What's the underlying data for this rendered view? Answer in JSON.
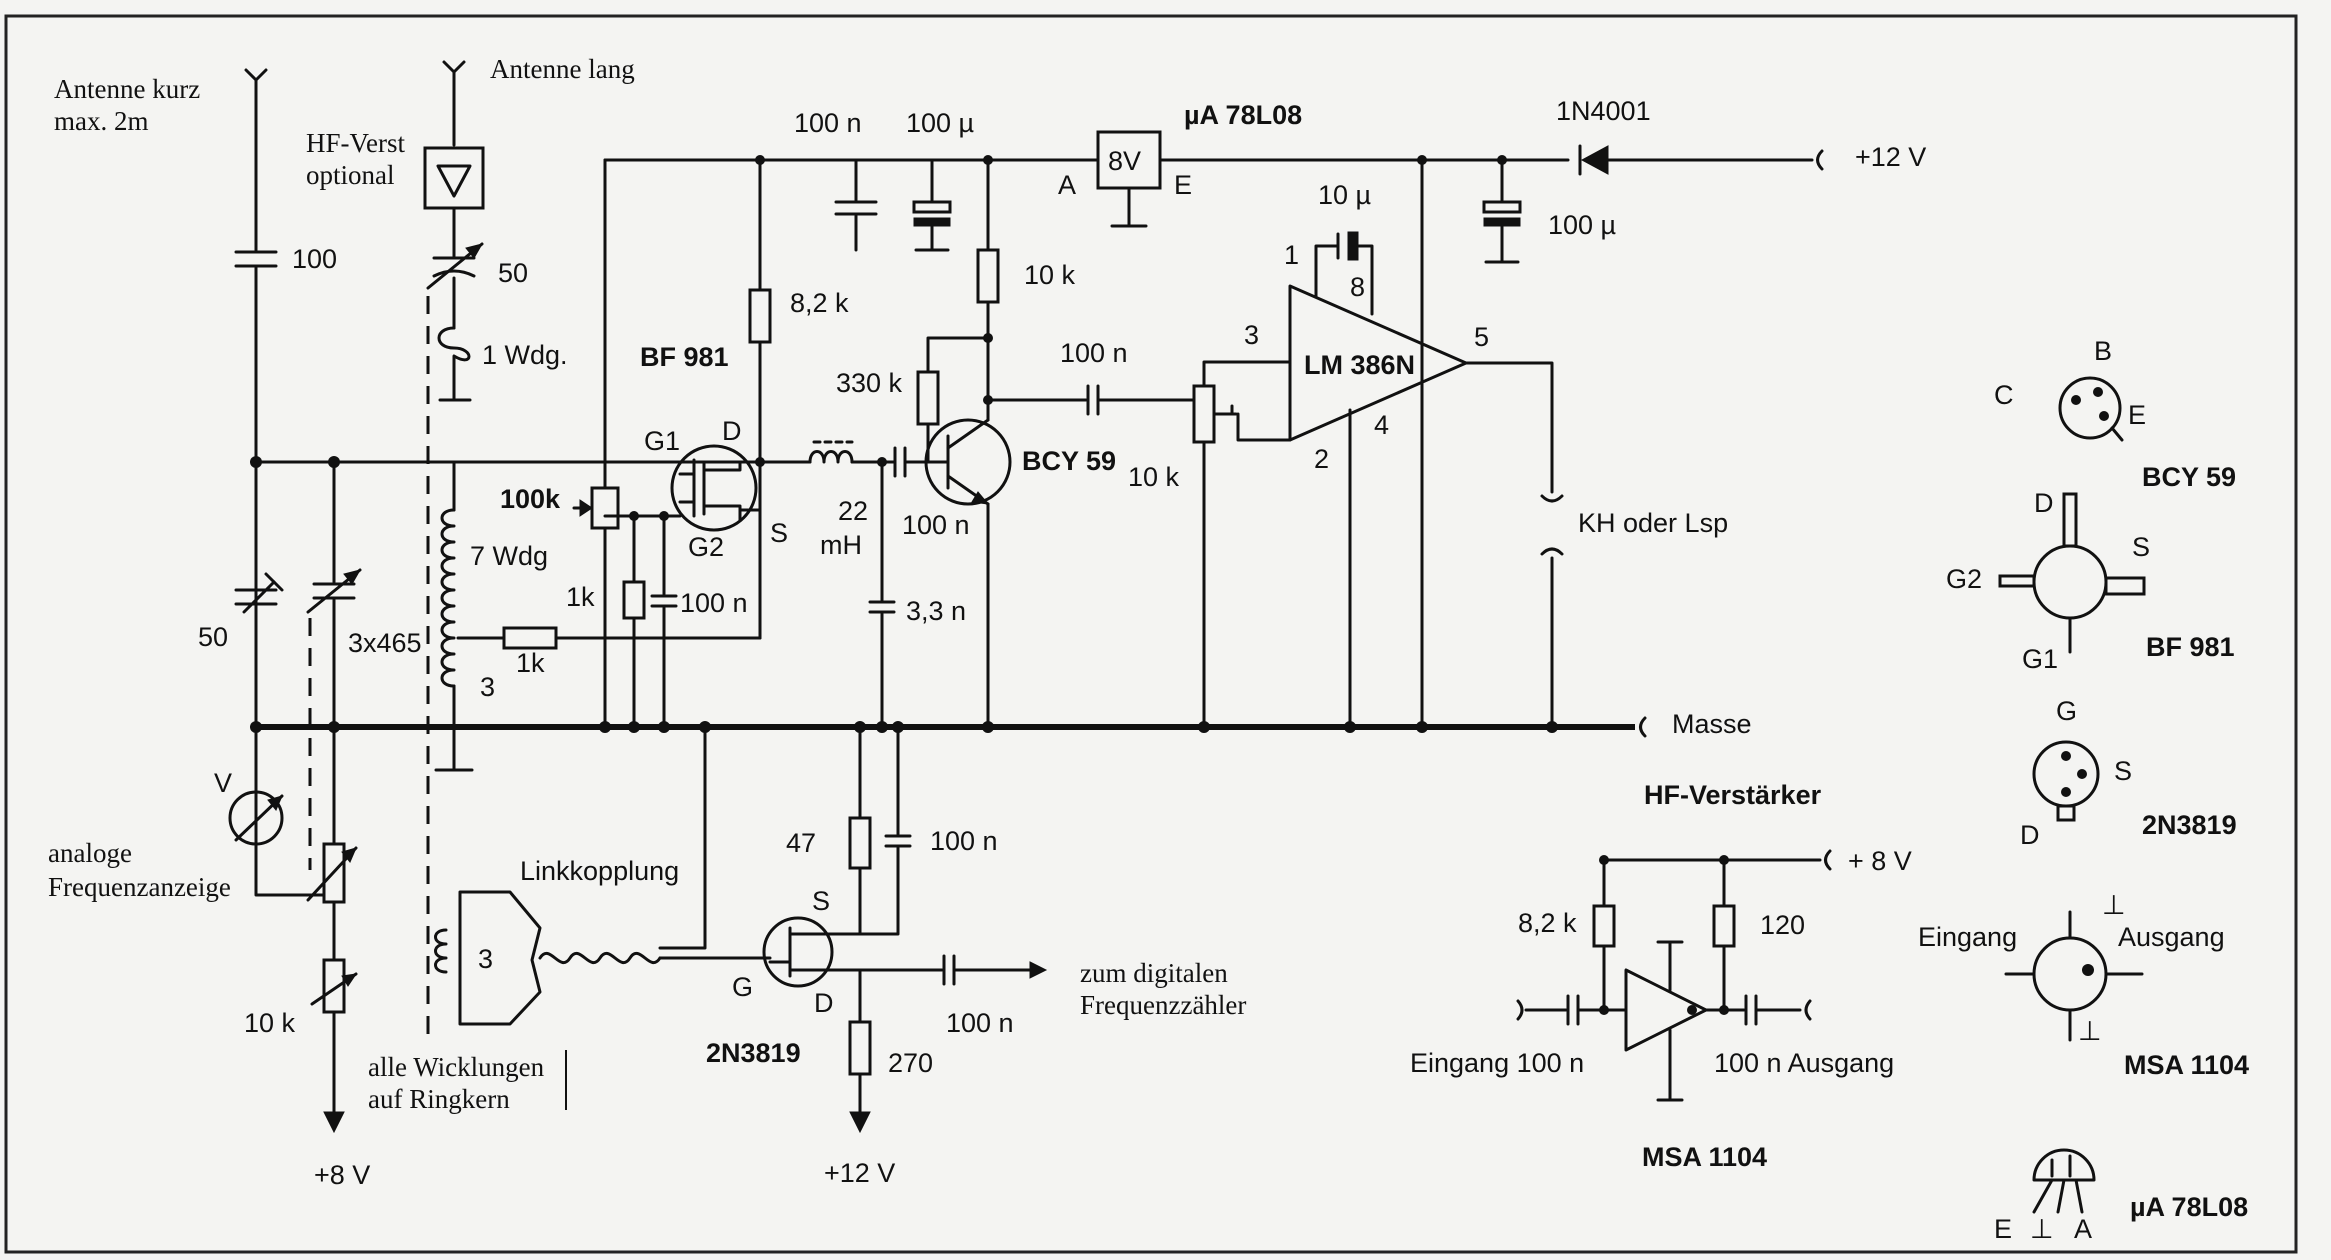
{
  "antennas": {
    "short": "Antenne kurz",
    "short_max": "max. 2m",
    "long": "Antenne lang"
  },
  "hf_optional": {
    "line1": "HF-Verst",
    "line2": "optional"
  },
  "regulator": {
    "name": "µA 78L08",
    "voltage": "8V",
    "pin_in": "A",
    "pin_out": "E"
  },
  "diode": {
    "name": "1N4001"
  },
  "supply": {
    "plus12_top": "+12 V",
    "plus8_bottom": "+8 V",
    "plus12_bottom": "+12 V",
    "plus8_amp": "+ 8 V"
  },
  "ground": {
    "label": "Masse"
  },
  "caps": {
    "c_ant": "100",
    "c_trim_ant": "50",
    "c_top1": "100 n",
    "c_top2": "100 µ",
    "c_right": "100 µ",
    "c_lm_fb": "10 µ",
    "c_out": "100 n",
    "c_gate": "100 n",
    "c_33": "3,3 n",
    "c_tune": "50",
    "c_src": "100 n",
    "c_digital": "100 n"
  },
  "resistors": {
    "r_82": "8,2 k",
    "r_10k_top": "10 k",
    "r_330k": "330 k",
    "r_pot_vol": "10 k",
    "r_100k": "100k",
    "r_1k_a": "1k",
    "r_1k_b": "1k",
    "r_47": "47",
    "r_270": "270",
    "r_10k_left": "10 k"
  },
  "inductors": {
    "l_1wdg": "1 Wdg.",
    "l_7wdg": "7 Wdg",
    "l_core": "3x465",
    "l_tap": "3",
    "choke_value": "22",
    "choke_unit": "mH",
    "link_turns": "3"
  },
  "transistors": {
    "bf981": "BF 981",
    "bcy59": "BCY 59",
    "n2n3819": "2N3819",
    "g1": "G1",
    "g2": "G2",
    "d": "D",
    "s": "S",
    "g": "G",
    "s2": "S",
    "d2": "D"
  },
  "opamp": {
    "name": "LM 386N",
    "pin1": "1",
    "pin2": "2",
    "pin3": "3",
    "pin4": "4",
    "pin5": "5",
    "pin8": "8"
  },
  "labels": {
    "speaker": "KH oder Lsp",
    "link": "Linkkopplung",
    "analog1": "analoge",
    "analog2": "Frequenzanzeige",
    "meter": "V",
    "windings1": "alle Wicklungen",
    "windings2": "auf Ringkern",
    "digital1": "zum digitalen",
    "digital2": "Frequenzzähler"
  },
  "amplifier": {
    "title": "HF-Verstärker",
    "r1": "8,2 k",
    "r2": "120",
    "in_label": "Eingang 100 n",
    "out_label": "100 n  Ausgang",
    "name": "MSA 1104"
  },
  "pinouts": {
    "bcy59": {
      "c": "C",
      "b": "B",
      "e": "E",
      "name": "BCY 59"
    },
    "bf981": {
      "d": "D",
      "s": "S",
      "g2": "G2",
      "g1": "G1",
      "name": "BF 981"
    },
    "n2n3819": {
      "g": "G",
      "s": "S",
      "d": "D",
      "name": "2N3819"
    },
    "msa1104": {
      "in": "Eingang",
      "out": "Ausgang",
      "name": "MSA 1104"
    },
    "ua78l08": {
      "e": "E",
      "gnd": "⊥",
      "a": "A",
      "name": "µA 78L08"
    }
  }
}
